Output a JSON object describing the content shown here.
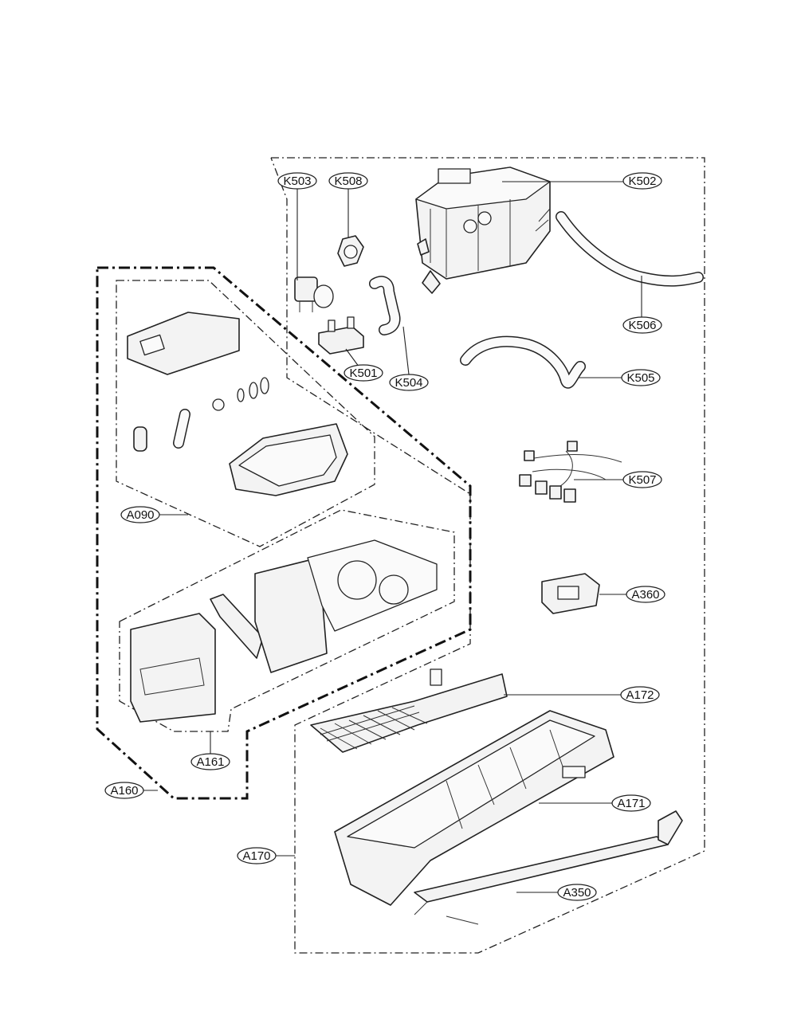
{
  "callouts": {
    "k503": "K503",
    "k508": "K508",
    "k502": "K502",
    "k506": "K506",
    "k505": "K505",
    "k501": "K501",
    "k504": "K504",
    "k507": "K507",
    "a360": "A360",
    "a090": "A090",
    "a172": "A172",
    "a171": "A171",
    "a161": "A161",
    "a160": "A160",
    "a170": "A170",
    "a350": "A350"
  }
}
